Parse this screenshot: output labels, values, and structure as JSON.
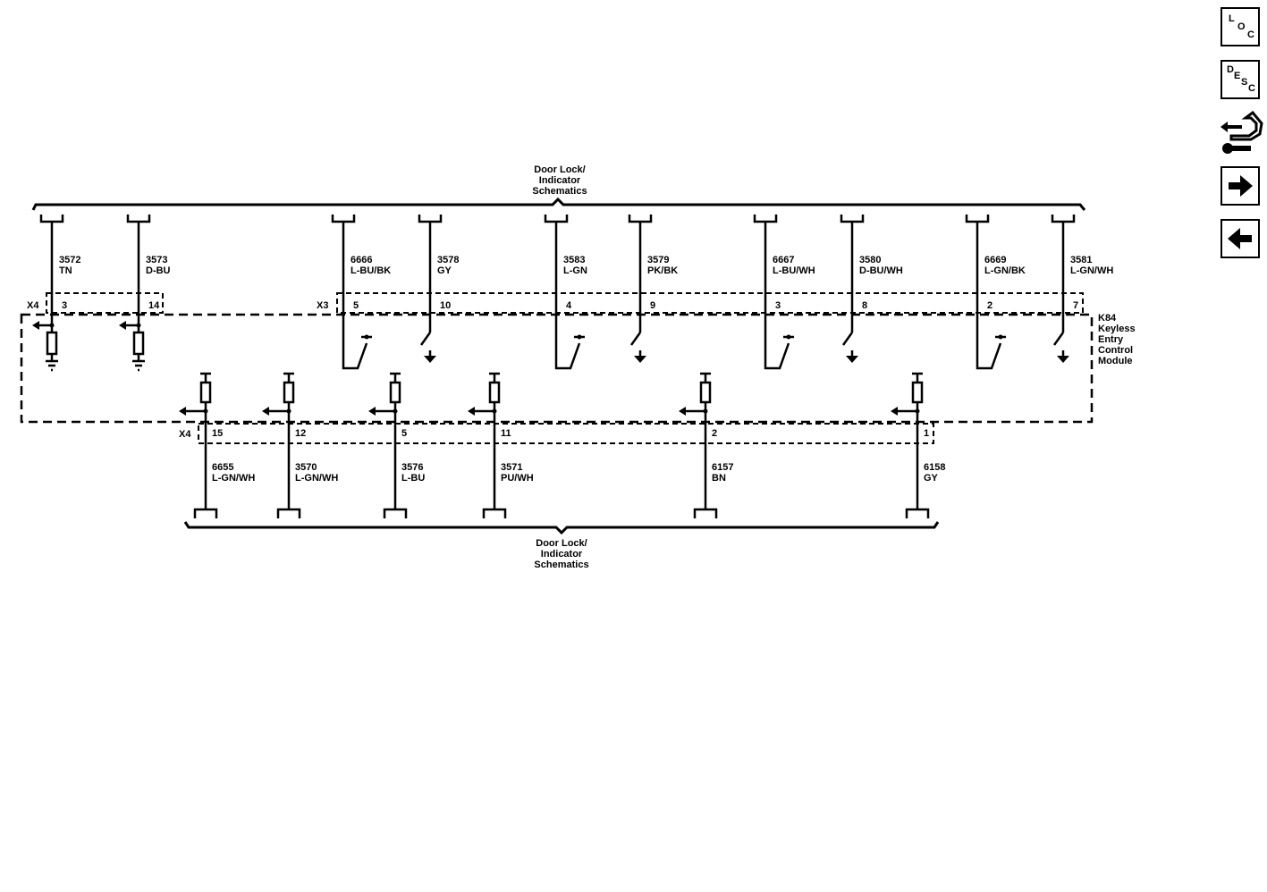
{
  "nav": {
    "loc": [
      "L",
      "O",
      "C"
    ],
    "desc": [
      "D",
      "E",
      "S",
      "C"
    ]
  },
  "top_bus_label": [
    "Door Lock/",
    "Indicator",
    "Schematics"
  ],
  "bottom_bus_label": [
    "Door Lock/",
    "Indicator",
    "Schematics"
  ],
  "module_label": [
    "K84",
    "Keyless",
    "Entry",
    "Control",
    "Module"
  ],
  "connectors": {
    "x4_top": "X4",
    "x3": "X3",
    "x4_bottom": "X4"
  },
  "top_wires": [
    {
      "circuit": "3572",
      "color": "TN",
      "pin": "3",
      "conn": "X4",
      "type": "output"
    },
    {
      "circuit": "3573",
      "color": "D-BU",
      "pin": "14",
      "conn": "X4",
      "type": "output"
    },
    {
      "circuit": "6666",
      "color": "L-BU/BK",
      "pin": "5",
      "conn": "X3",
      "type": "switch-open"
    },
    {
      "circuit": "3578",
      "color": "GY",
      "pin": "10",
      "conn": "X3",
      "type": "switch-ground"
    },
    {
      "circuit": "3583",
      "color": "L-GN",
      "pin": "4",
      "conn": "X3",
      "type": "switch-open"
    },
    {
      "circuit": "3579",
      "color": "PK/BK",
      "pin": "9",
      "conn": "X3",
      "type": "switch-ground"
    },
    {
      "circuit": "6667",
      "color": "L-BU/WH",
      "pin": "3",
      "conn": "X3",
      "type": "switch-open"
    },
    {
      "circuit": "3580",
      "color": "D-BU/WH",
      "pin": "8",
      "conn": "X3",
      "type": "switch-ground"
    },
    {
      "circuit": "6669",
      "color": "L-GN/BK",
      "pin": "2",
      "conn": "X3",
      "type": "switch-open"
    },
    {
      "circuit": "3581",
      "color": "L-GN/WH",
      "pin": "7",
      "conn": "X3",
      "type": "switch-ground"
    }
  ],
  "bottom_wires": [
    {
      "circuit": "6655",
      "color": "L-GN/WH",
      "pin": "15"
    },
    {
      "circuit": "3570",
      "color": "L-GN/WH",
      "pin": "12"
    },
    {
      "circuit": "3576",
      "color": "L-BU",
      "pin": "5"
    },
    {
      "circuit": "3571",
      "color": "PU/WH",
      "pin": "11"
    },
    {
      "circuit": "6157",
      "color": "BN",
      "pin": "2"
    },
    {
      "circuit": "6158",
      "color": "GY",
      "pin": "1"
    }
  ]
}
